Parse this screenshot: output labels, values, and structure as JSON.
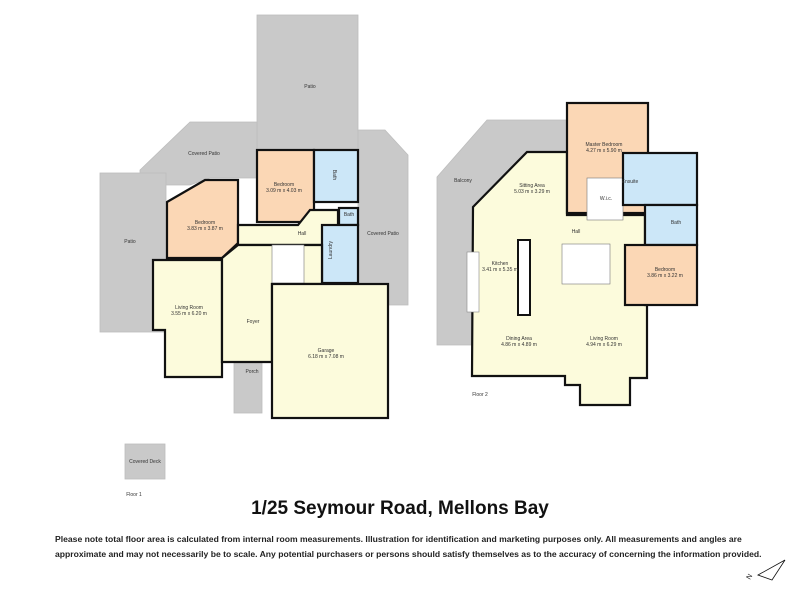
{
  "title": "1/25 Seymour Road, Mellons Bay",
  "disclaimer": "Please note total floor area is calculated from internal room measurements.  Illustration for identification and marketing purposes only.  All measurements and angles are approximate and may not necessarily be to scale.  Any potential purchasers or persons should satisfy themselves as to the accuracy of concerning the information provided.",
  "compass": {
    "label": "N",
    "icon": "north-arrow-icon"
  },
  "colors": {
    "outdoor": "#c9c9c9",
    "living": "#fcfbdc",
    "bedroom": "#fbd7b5",
    "wet": "#cce7f8",
    "wall": "#111111"
  },
  "floor1": {
    "label": "Floor 1",
    "rooms": {
      "patio_top": {
        "name": "Patio"
      },
      "covered_patio_left": {
        "name": "Covered Patio"
      },
      "patio_left": {
        "name": "Patio"
      },
      "covered_patio_right": {
        "name": "Covered Patio"
      },
      "bedroom_top": {
        "name": "Bedroom",
        "size": "3.09 m x 4.03 m"
      },
      "bath": {
        "name": "Bath"
      },
      "bath_small": {
        "name": "Bath"
      },
      "bedroom_left": {
        "name": "Bedroom",
        "size": "3.83 m x 3.87 m"
      },
      "hall": {
        "name": "Hall"
      },
      "laundry": {
        "name": "Laundry"
      },
      "living_room": {
        "name": "Living Room",
        "size": "3.55 m x 6.20 m"
      },
      "foyer": {
        "name": "Foyer"
      },
      "garage": {
        "name": "Garage",
        "size": "6.18 m x 7.08 m"
      },
      "porch": {
        "name": "Porch"
      },
      "covered_deck": {
        "name": "Covered Deck"
      }
    }
  },
  "floor2": {
    "label": "Floor 2",
    "rooms": {
      "balcony": {
        "name": "Balcony"
      },
      "sitting_area": {
        "name": "Sitting Area",
        "size": "5.03 m x 3.29 m"
      },
      "master_bedroom": {
        "name": "Master Bedroom",
        "size": "4.27 m x 5.90 m"
      },
      "ensuite": {
        "name": "Ensuite"
      },
      "wic": {
        "name": "W.i.c."
      },
      "hall": {
        "name": "Hall"
      },
      "bath": {
        "name": "Bath"
      },
      "kitchen": {
        "name": "Kitchen",
        "size": "3.41 m x 5.35 m"
      },
      "bedroom": {
        "name": "Bedroom",
        "size": "3.86 m x 3.22 m"
      },
      "dining_area": {
        "name": "Dining Area",
        "size": "4.86 m x 4.89 m"
      },
      "living_room": {
        "name": "Living Room",
        "size": "4.94 m x 6.29 m"
      }
    }
  }
}
